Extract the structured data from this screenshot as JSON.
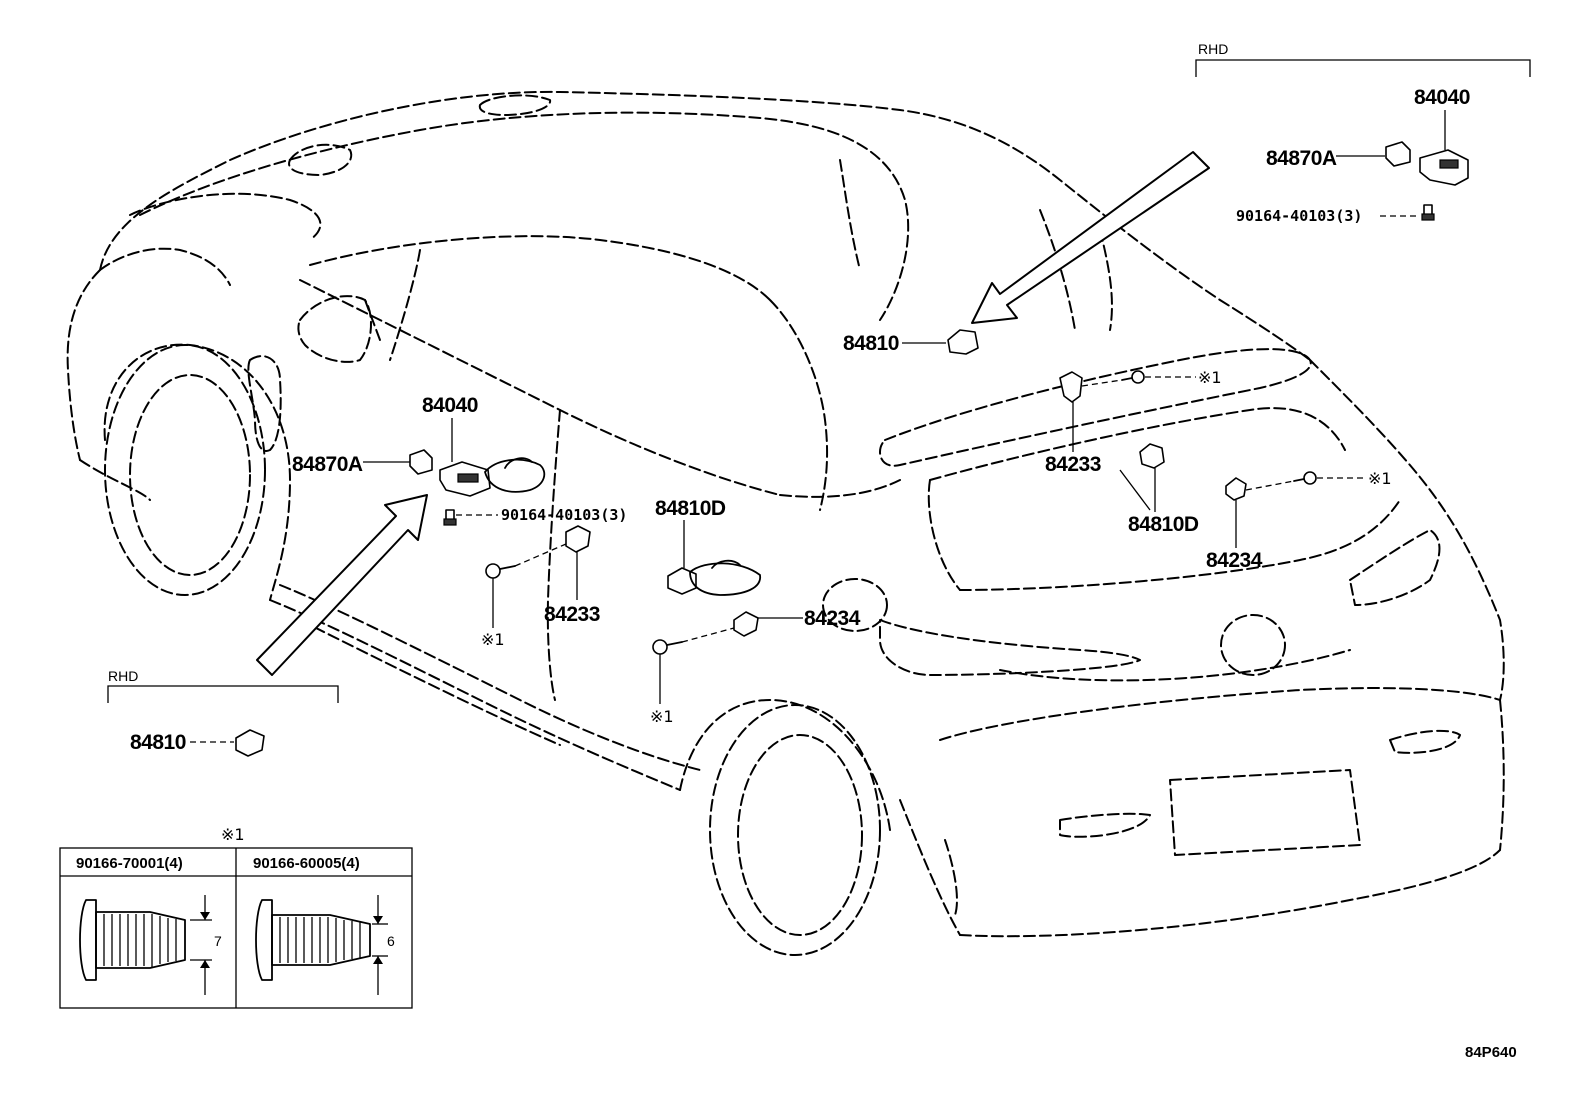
{
  "labels": {
    "rhd_top": "RHD",
    "rhd_bottom": "RHD",
    "p84040_top": "84040",
    "p84870A_top": "84870A",
    "p90164_top": "90164-40103(3)",
    "p84810_upper": "84810",
    "p84233_right": "84233",
    "mark1_right_a": "※1",
    "p84810D_right": "84810D",
    "p84234_right": "84234",
    "mark1_right_b": "※1",
    "p84040_left": "84040",
    "p84870A_left": "84870A",
    "p90164_left": "90164-40103(3)",
    "p84810D_left": "84810D",
    "p84233_left": "84233",
    "mark1_left_a": "※1",
    "p84234_left": "84234",
    "mark1_left_b": "※1",
    "p84810_rhd": "84810",
    "ref_code": "84P640"
  },
  "inset": {
    "mark": "※1",
    "col1_header": "90166-70001(4)",
    "col2_header": "90166-60005(4)",
    "col1_dim": "7",
    "col2_dim": "6"
  }
}
